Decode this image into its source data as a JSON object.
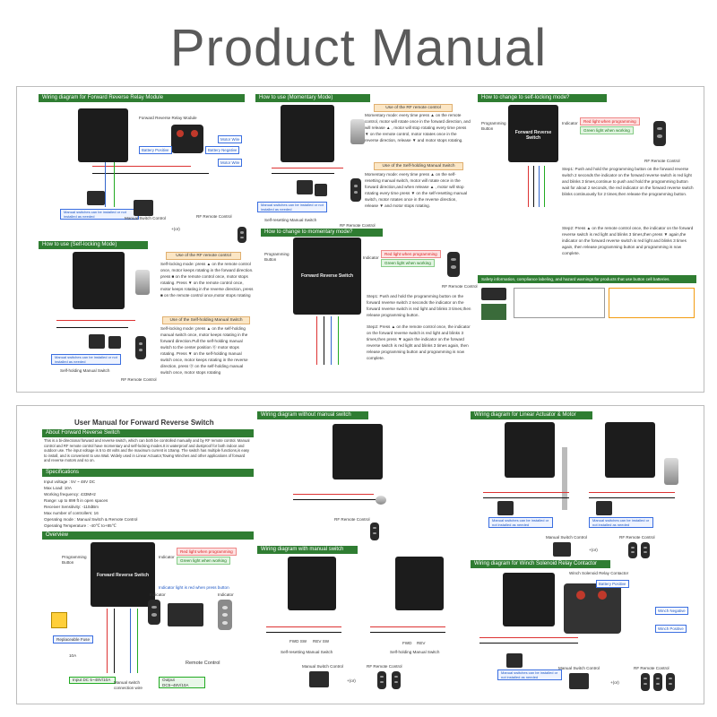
{
  "title": "Product Manual",
  "top": {
    "p1_header": "Wiring diagram for Forward Reverse Relay Module",
    "p1_module_label": "Forward Reverse Relay Module",
    "p1_battery_pos": "Battery Positive",
    "p1_battery_neg": "Battery Negative",
    "p1_motor_wire1": "Motor Wire",
    "p1_motor_wire2": "Motor Wire",
    "p1_manual_note": "Manual switches can be installed or not installed as needed",
    "p1_manual_ctrl": "Manual Switch Control",
    "p1_or": "+(or)",
    "p1_rf_ctrl": "RF Remote Control",
    "p2_header": "How to use (Momentary Mode)",
    "p2_sub1": "Use of the RF remote control",
    "p2_text1": "Momentary mode: every time press ▲ on the remote control, motor will rotate once in the forward direction, and will release ▲ , motor will stop rotating every time press ▼ on the remote control, motor rotates once in the reverse direction, release ▼ and motor stops rotating.",
    "p2_sub2": "Use of the Self-holding Manual Switch",
    "p2_text2": "Momentary mode: every time press ▲ on the self-resetting manual switch, motor will rotate once in the forward direction,and when release ▲ , motor will stop rotating every time press ▼ on the self-resetting manual switch, motor rotates once in the reverse direction, release ▼ and motor stops rotating.",
    "p2_manual_note": "Manual switches can be installed or not installed as needed",
    "p2_manual_ctrl": "Self-resetting Manual Switch",
    "p2_rf_ctrl": "RF Remote Control",
    "p3_header": "How to change to self-locking mode?",
    "p3_prog_btn": "Programming Button",
    "p3_indicator": "Indicator",
    "p3_red": "Red light when programming",
    "p3_green": "Green light when working",
    "p3_device_title": "Forward Reverse Switch",
    "p3_rf_ctrl": "RF Remote Control",
    "p3_step1": "Step1: Push and hold the programming button on the forward reverse switch 2 seconds the indicator on the forward reverse switch is red light and blinks 3 times,continue to push and hold the programming button wait for about 2 seconds, the red indicator on the forward reverse switch blinks continuously for 2 times,then release the programming button.",
    "p3_step2": "Step2: Press ▲ on the remote control once, the indicator on the forward reverse switch is red light and blinks 3 times,then press ▼ again,the indicator on the forward reverse switch is red light and blinks 3 times again, then release programming button and programming is now complete.",
    "p3_safety_header": "Safety information, compliance labeling, and hazard warnings for products that use button cell batteries.",
    "p4_header": "How to use (Self-locking Mode)",
    "p4_sub1": "Use of the RF remote control",
    "p4_text1": "Self-locking mode: press ▲ on the remote control once, motor keeps rotating in the forward direction. press ■ on the remote control once, motor stops rotating. Press ▼ on the remote control once, motor keeps rotating in the reverse direction, press ■ on the remote control once,motor stops rotating",
    "p4_sub2": "Use of the Self-holding Manual Switch",
    "p4_text2": "Self-locking mode: press ▲ on the self-holding manual switch once, motor keeps rotating in the forward direction.Pull the self-holding manual switch to the center position ⓪ motor stops rotating. Press ▼ on the self-holding manual switch once, motor keeps rotating in the reverse direction, press ⓪ on the self-holding manual switch once, motor stops rotating",
    "p4_manual_note": "Manual switches can be installed or not installed as needed",
    "p4_manual_ctrl": "Self-holding Manual Switch",
    "p4_rf_ctrl": "RF Remote Control",
    "p5_header": "How to change to momentary mode?",
    "p5_prog_btn": "Programming Button",
    "p5_indicator": "Indicator",
    "p5_red": "Red light when programming",
    "p5_green": "Green light when working",
    "p5_device_title": "Forward Reverse Switch",
    "p5_rf_ctrl": "RF Remote Control",
    "p5_step1": "Step1: Push and hold the programming button on the forward reverse switch 2 seconds the indicator on the forward reverse switch is red light and blinks 3 times,then release programming button.",
    "p5_step2": "Step2: Press ▲ on the remote control once, the indicator on the forward reverse switch is red light and blinks 3 times,then press ▼ again the indicator on the forward reverse switch is red light and blinks 3 times again, then release programming button and programming is now complete."
  },
  "bottom": {
    "doc_title": "User Manual for Forward Reverse Switch",
    "about_header": "About Forward Reverse Switch",
    "about_text": "This is a bi-directional forward and reverse switch, which can both be controlled manually and by RF remote control. Manual control and RF remote control have momentary and self-locking modes.It is waterproof and dustproof for both indoor and outdoor use. The input voltage is 5 to 48 volts and the maximum current is 10amp. The switch has multiple functions,is easy to install, and is convenient to use.Wait. Widely used in Linear Actuator,Towing Winches and other applications of forward and reverse motors and so on.",
    "spec_header": "Specifications",
    "specs": [
      "Input voltage : 5V ~ 48V DC",
      "Max Load: 10A",
      "Working frequency: 433MHz",
      "Range: up to 899 ft in open spaces",
      "Receiver Sensitivity: -110dBm",
      "Max number of controllers: 16",
      "Operating mode : Manual Switch & Remote Control",
      "Operating Temperature : -40℃ to+85℃"
    ],
    "overview_header": "Overview",
    "ov_prog_btn": "Programming Button",
    "ov_indicator": "Indicator",
    "ov_red": "Red light when programming",
    "ov_green": "Green light when working",
    "ov_device_title": "Forward Reverse Switch",
    "ov_indicator_note": "Indicator light is red when press button",
    "ov_indicator2": "Indicator",
    "ov_indicator3": "Indicator",
    "ov_fuse": "Replaceable Fuse",
    "ov_fuse_rating": "10A",
    "ov_remote": "Remote Control",
    "ov_input": "Input DC 5~48V/10A",
    "ov_manual": "Manual switch connection wire",
    "ov_output": "Output DC5~48V/10A",
    "w1_header": "Wiring diagram without manual switch",
    "w1_rf": "RF Remote Control",
    "w2_header": "Wiring diagram with manual switch",
    "w2_fwd_a": "FWD SW",
    "w2_rev_a": "REV SW",
    "w2_fwd_b": "FWD",
    "w2_rev_b": "REV",
    "w2_reset": "Self-resetting Manual Switch",
    "w2_holding": "Self-holding Manual Switch",
    "w2_manual_ctrl": "Manual Switch Control",
    "w2_or": "+(or)",
    "w2_rf": "RF Remote Control",
    "w3_header": "Wiring diagram for Linear Actuator & Motor",
    "w3_note1": "Manual switches can be installed or not installed as needed",
    "w3_note2": "Manual switches can be installed or not installed as needed",
    "w3_manual_ctrl": "Manual Switch Control",
    "w3_or": "+(or)",
    "w3_rf": "RF Remote Control",
    "w4_header": "Wiring diagram for Winch Solenoid Relay Contactor",
    "w4_contactor": "Winch Solenoid Relay Contactor",
    "w4_batt_pos": "Battery Positive",
    "w4_winch_neg": "Winch Negative",
    "w4_winch_pos": "Winch Positive",
    "w4_note": "Manual switches can be installed or not installed as needed",
    "w4_manual_ctrl": "Manual Switch Control",
    "w4_or": "+(or)",
    "w4_rf": "RF Remote Control"
  }
}
